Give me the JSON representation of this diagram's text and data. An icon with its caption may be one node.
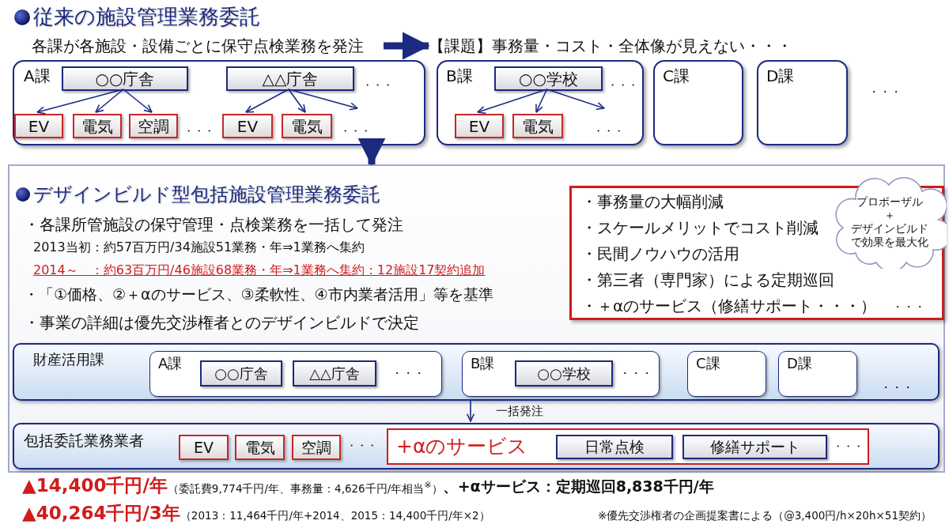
{
  "diagram": {
    "title": "従来の施設管理業務委託",
    "nodes": [
      {
        "text": [
          "各課が各施設・設備ごとに保守点検業務を発注"
        ]
      },
      {
        "text": [
          "【課題】事務量・コスト・全体像が見えない・・・"
        ]
      },
      {
        "text": [
          "A課",
          "・・・",
          "・・・",
          "・・・"
        ]
      },
      {
        "text": [
          "○○庁舎"
        ],
        "in": 2
      },
      {
        "text": [
          "△△庁舎"
        ],
        "in": 2
      },
      {
        "text": [
          "EV"
        ],
        "in": 2
      },
      {
        "text": [
          "電気"
        ],
        "in": 2
      },
      {
        "text": [
          "空調"
        ],
        "in": 2
      },
      {
        "text": [
          "EV"
        ],
        "in": 2
      },
      {
        "text": [
          "電気"
        ],
        "in": 2
      },
      {
        "text": [
          "B課",
          "・・・",
          "・・・"
        ]
      },
      {
        "text": [
          "○○学校"
        ],
        "in": 10
      },
      {
        "text": [
          "EV"
        ],
        "in": 10
      },
      {
        "text": [
          "電気"
        ],
        "in": 10
      },
      {
        "text": [
          "C課"
        ]
      },
      {
        "text": [
          "D課"
        ]
      },
      {
        "text": [
          "デザインビルド型包括施設管理業務委託",
          "・各課所管施設の保守管理・点検業務を一括して発注",
          "2013当初：約57百万円/34施設51業務・年⇒1業務へ集約",
          "2014～　：約63百万円/46施設68業務・年⇒1業務へ集約：12施設17契約追加",
          "・「①価格、②＋αのサービス、③柔軟性、④市内業者活用」等を基準",
          "・事業の詳細は優先交渉権者とのデザインビルドで決定"
        ]
      },
      {
        "text": [
          "・事務量の大幅削減",
          "・スケールメリットでコスト削減",
          "・民間ノウハウの活用",
          "・第三者（専門家）による定期巡回",
          "・＋αのサービス（修繕サポート・・・）",
          "・・・"
        ],
        "in": 16
      },
      {
        "text": [
          "プロポーザル",
          "＋",
          "デザインビルドで効果を最大化"
        ],
        "in": 16
      },
      {
        "text": [
          "財産活用課",
          "・・・"
        ],
        "in": 16
      },
      {
        "text": [
          "A課",
          "・・・"
        ],
        "in": 19
      },
      {
        "text": [
          "○○庁舎"
        ],
        "in": 20
      },
      {
        "text": [
          "△△庁舎"
        ],
        "in": 20
      },
      {
        "text": [
          "B課",
          "・・・"
        ],
        "in": 19
      },
      {
        "text": [
          "○○学校"
        ],
        "in": 23
      },
      {
        "text": [
          "C課"
        ],
        "in": 19
      },
      {
        "text": [
          "D課"
        ],
        "in": 19
      },
      {
        "text": [
          "包括委託業務業者",
          "・・・"
        ],
        "in": 16
      },
      {
        "text": [
          "EV"
        ],
        "in": 27
      },
      {
        "text": [
          "電気"
        ],
        "in": 27
      },
      {
        "text": [
          "空調"
        ],
        "in": 27
      },
      {
        "text": [
          "+αのサービス",
          "・・・"
        ],
        "in": 27
      },
      {
        "text": [
          "日常点検"
        ],
        "in": 31
      },
      {
        "text": [
          "修繕サポート"
        ],
        "in": 31
      }
    ],
    "edges": [
      {
        "from": 0,
        "to": 1,
        "arrow": "to",
        "style": "thick"
      },
      {
        "from": 3,
        "to": 5,
        "arrow": "to"
      },
      {
        "from": 3,
        "to": 6,
        "arrow": "to"
      },
      {
        "from": 3,
        "to": 7,
        "arrow": "to"
      },
      {
        "from": 4,
        "to": 8,
        "arrow": "to"
      },
      {
        "from": 4,
        "to": 9,
        "arrow": "to"
      },
      {
        "from": 4,
        "to": null,
        "arrow": "to"
      },
      {
        "from": 11,
        "to": 12,
        "arrow": "to"
      },
      {
        "from": 11,
        "to": 13,
        "arrow": "to"
      },
      {
        "from": 11,
        "to": null,
        "arrow": "to"
      },
      {
        "from": 2,
        "to": 16,
        "arrow": "to",
        "style": "thick"
      },
      {
        "from": 19,
        "to": 27,
        "arrow": "to",
        "label": "一括発注"
      }
    ],
    "labels": [
      "・・・",
      "▲14,400千円/年",
      "（委託費9,774千円/年、事務量：4,626千円/年相当$^{※}$）",
      "、+αサービス：定期巡回8,838千円/年",
      "▲40,264千円/3年",
      "（2013：11,464千円/年+2014、2015：14,400千円/年×2）",
      "※優先交渉権者の企画提案書による（@3,400円/h×20h×51契約）"
    ]
  }
}
